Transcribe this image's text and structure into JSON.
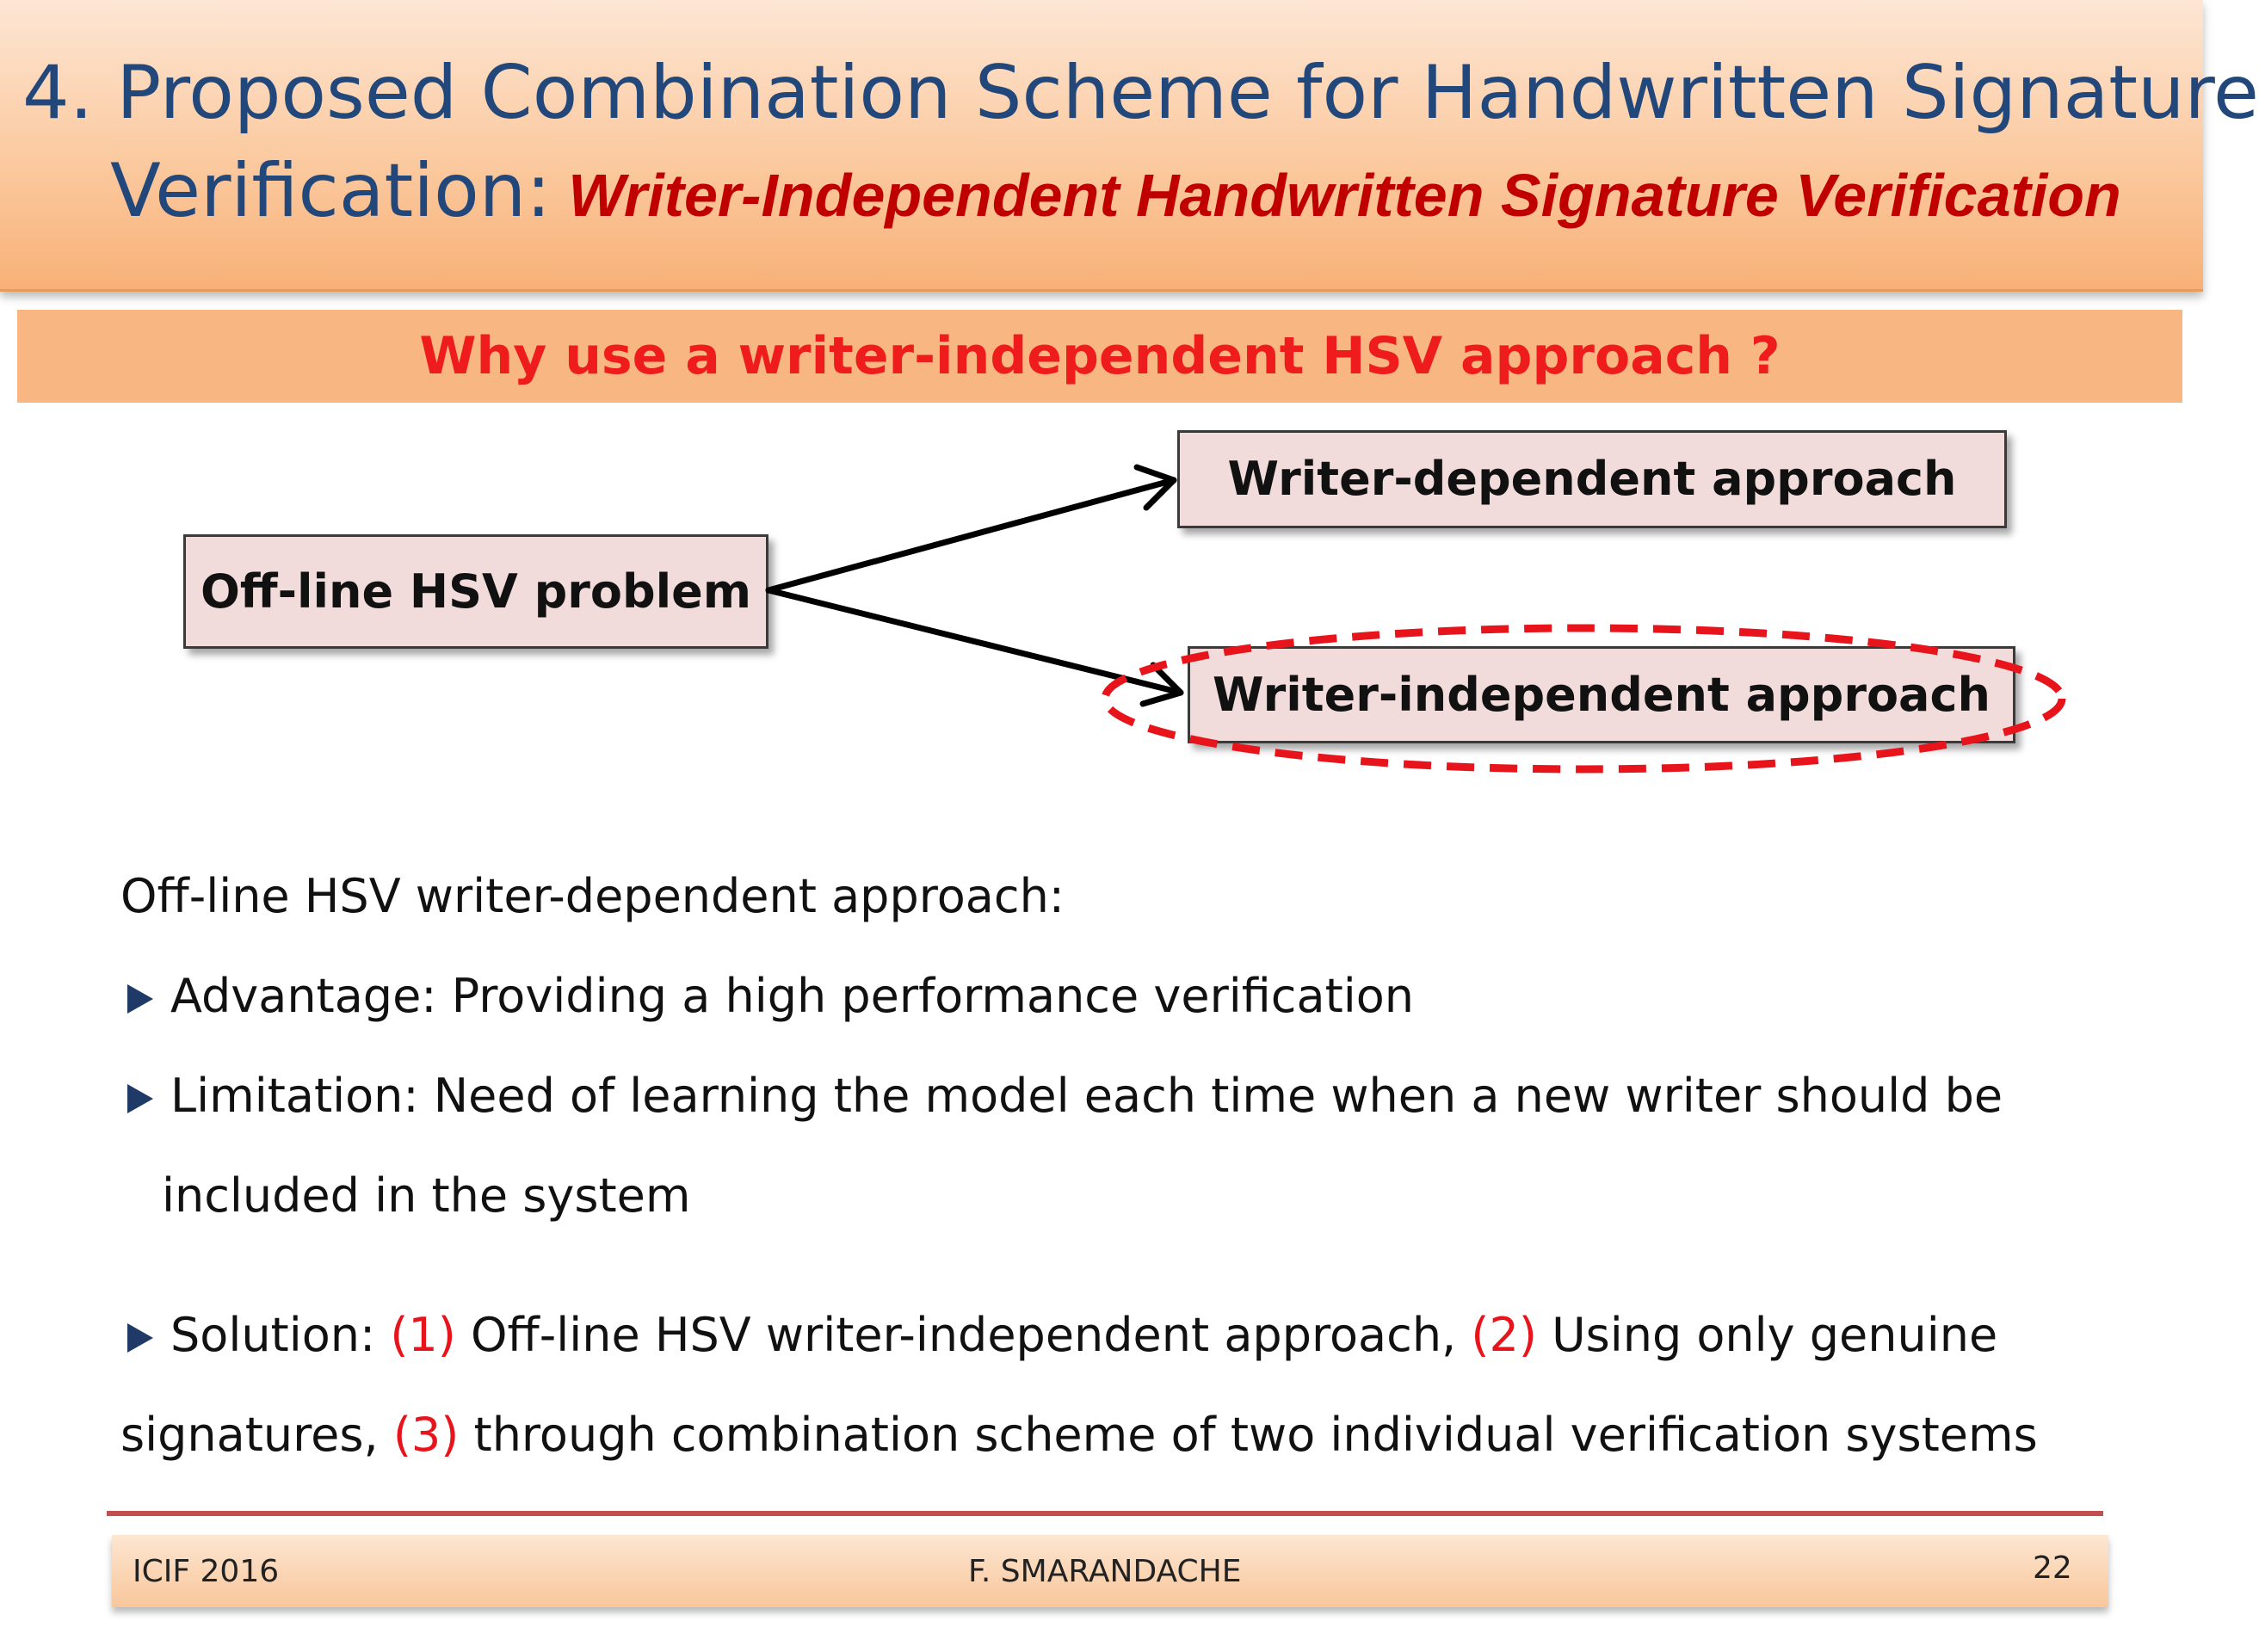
{
  "title": {
    "line1": "4. Proposed Combination Scheme for Handwritten Signature",
    "line2_prefix": "Verification:",
    "line2_sub": "Writer-Independent Handwritten Signature Verification"
  },
  "question": "Why use a writer-independent HSV approach ?",
  "diagram": {
    "source": "Off-line HSV problem",
    "targets": [
      "Writer-dependent approach",
      "Writer-independent approach"
    ],
    "highlighted_target": "Writer-independent approach",
    "highlight_color": "#e8141b"
  },
  "body": {
    "intro": "Off-line HSV writer-dependent approach:",
    "advantage": "Advantage: Providing a high performance verification",
    "limitation_1": "Limitation: Need of learning the model each time when a new writer should be",
    "limitation_2": "included in the system",
    "solution": {
      "label": "Solution:",
      "n1": "(1)",
      "p1": "Off-line HSV writer-independent approach,",
      "n2": "(2)",
      "p2": "Using only genuine",
      "p3": "signatures,",
      "n3": "(3)",
      "p4": "through combination scheme of two individual verification systems"
    }
  },
  "footer": {
    "left": "ICIF 2016",
    "center": "F. SMARANDACHE",
    "page": "22"
  },
  "colors": {
    "title_text": "#22477a",
    "accent_red": "#c00000",
    "question_red": "#ee1c1c",
    "box_fill": "#f2dcdb",
    "bar_orange": "#f8b682",
    "rule": "#c0504d"
  }
}
